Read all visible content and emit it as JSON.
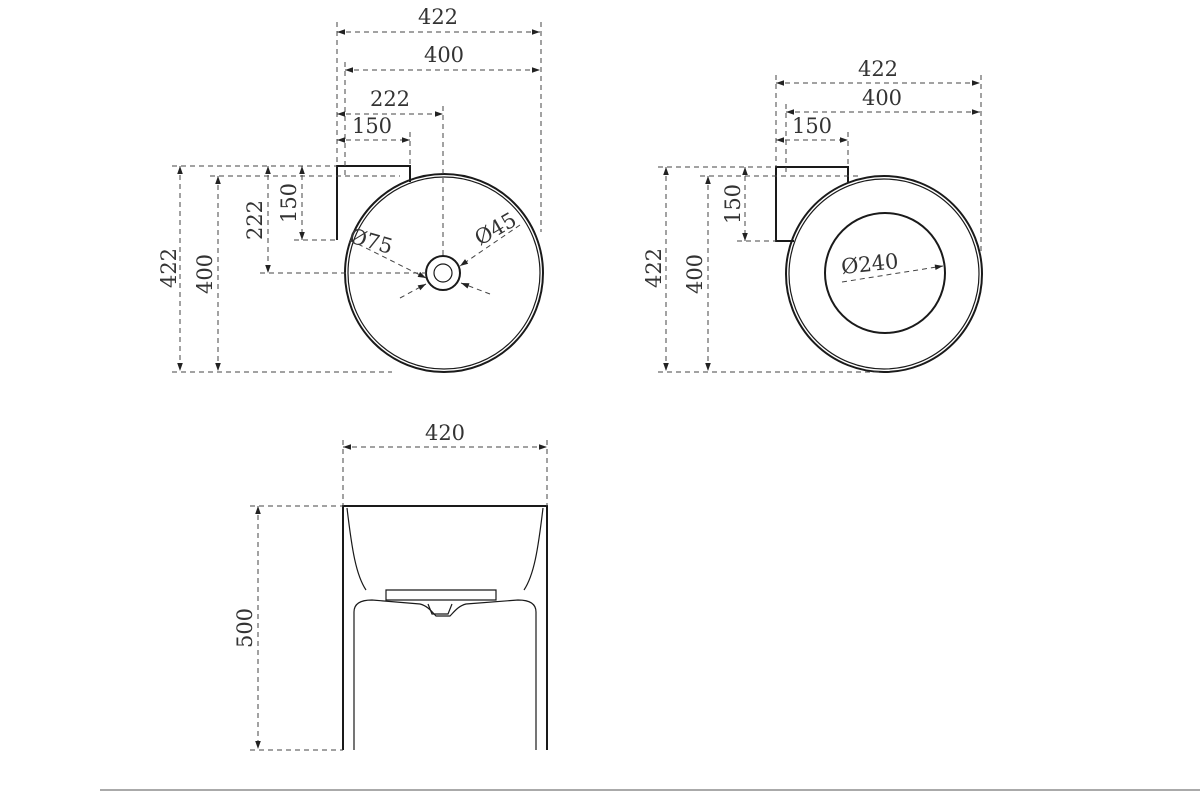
{
  "top_view_left": {
    "width_overall": "422",
    "width_basin": "400",
    "drain_offset_x": "222",
    "bracket_width": "150",
    "height_overall": "422",
    "height_basin": "400",
    "drain_offset_y": "222",
    "bracket_height": "150",
    "dia_drain_outer": "Ø75",
    "dia_drain_inner": "Ø45"
  },
  "top_view_right": {
    "width_overall": "422",
    "width_basin": "400",
    "bracket_width": "150",
    "height_overall": "422",
    "height_basin": "400",
    "bracket_height": "150",
    "dia_bowl": "Ø240"
  },
  "front_view": {
    "width": "420",
    "height": "500"
  }
}
